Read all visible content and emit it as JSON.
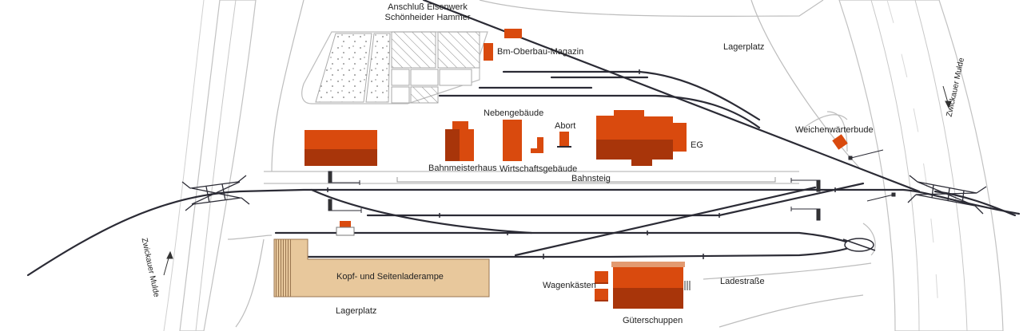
{
  "labels": {
    "anschluss_line1": "Anschluß Eisenwerk",
    "anschluss_line2": "Schönheider Hammer",
    "bm_oberbau": "Bm-Oberbau-Magazin",
    "lagerplatz_top": "Lagerplatz",
    "nebengebaeude": "Nebengebäude",
    "abort": "Abort",
    "weichenwaerterbude": "Weichenwärterbude",
    "eg": "EG",
    "bahnmeisterhaus": "Bahnmeisterhaus",
    "wirtschaftsgebaeude": "Wirtschaftsgebäude",
    "bahnsteig": "Bahnsteig",
    "laderampe": "Kopf- und Seitenladerampe",
    "wagenkaesten": "Wagenkästen",
    "ladestrasse": "Ladestraße",
    "lagerplatz_bottom": "Lagerplatz",
    "gueterschuppen": "Güterschuppen",
    "river_right": "Zwickauer Mulde",
    "river_left": "Zwickauer Mulde"
  },
  "colors": {
    "building_top": "#d94a0e",
    "building_shadow": "#a8350a",
    "track": "#2b2b35",
    "river": "#b9b9b9",
    "ramp": "#e8c89c",
    "ramp_stripe": "#b08a5e",
    "outline": "#bdbdbd"
  }
}
